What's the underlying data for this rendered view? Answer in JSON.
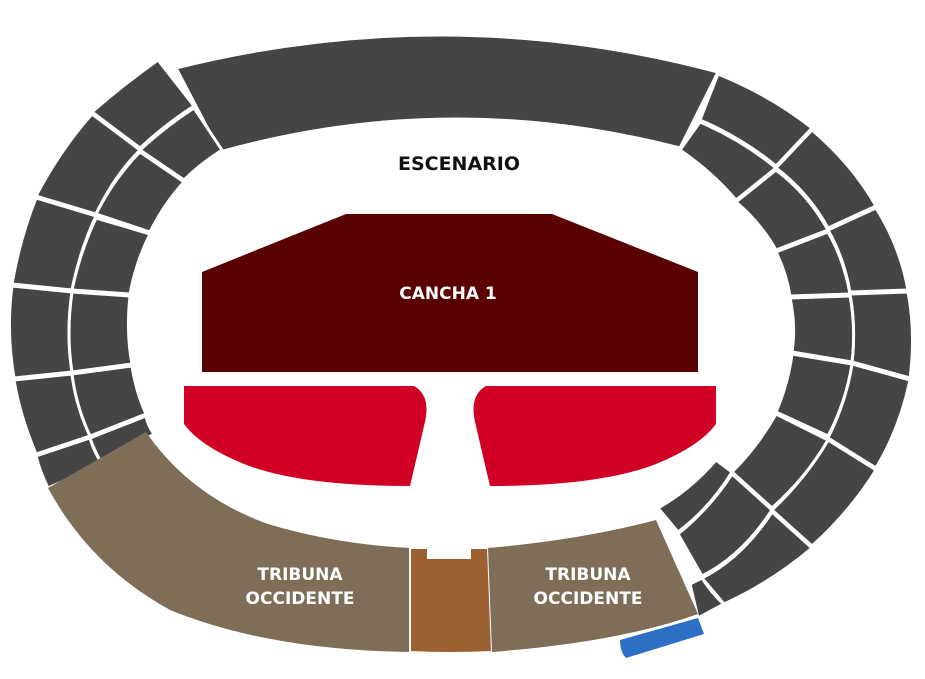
{
  "map": {
    "stage_label": "ESCENARIO",
    "cancha_label": "CANCHA 1",
    "tribuna_left": {
      "line1": "TRIBUNA",
      "line2": "OCCIDENTE"
    },
    "tribuna_right": {
      "line1": "TRIBUNA",
      "line2": "OCCIDENTE"
    },
    "colors": {
      "stands": "#454545",
      "tribuna": "#7e6e58",
      "central_aisle": "#9b6133",
      "cancha": "#5b0000",
      "floor_sections": "#d10025",
      "accessible": "#2d6fc4",
      "background": "#ffffff"
    }
  }
}
